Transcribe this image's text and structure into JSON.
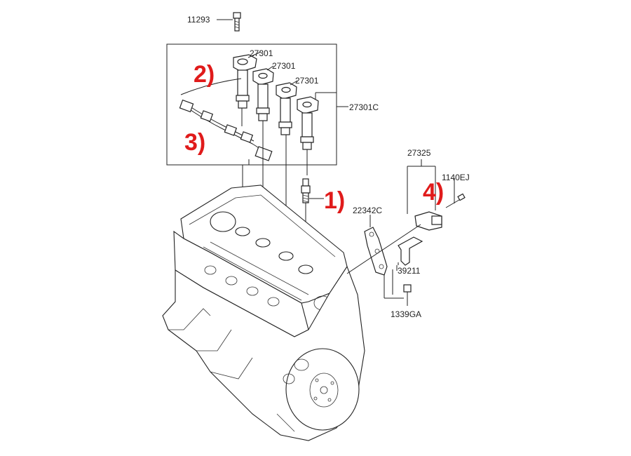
{
  "part_numbers": {
    "bolt_top": "11293",
    "coil_1": "27301",
    "coil_2": "27301",
    "coil_3": "27301",
    "coil_assembly": "27301C",
    "sensor": "27325",
    "sensor_bolt": "1140EJ",
    "bracket": "22342C",
    "clip": "39211",
    "nut": "1339GA"
  },
  "callouts": {
    "spark_plug": "1)",
    "ignition_coil": "2)",
    "wiring_harness": "3)",
    "knock_sensor": "4)"
  },
  "colors": {
    "callout": "#e01b1b",
    "line": "#222222"
  }
}
